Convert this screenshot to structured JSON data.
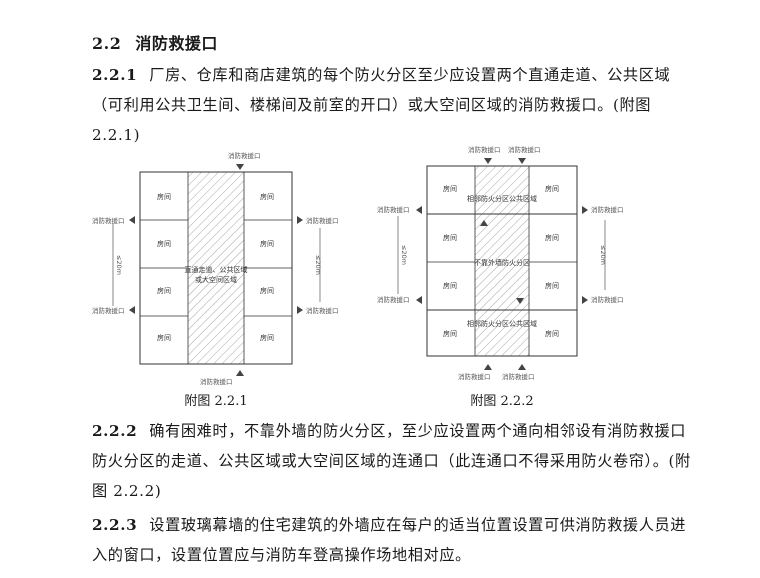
{
  "section": {
    "number": "2.2",
    "title": "消防救援口"
  },
  "paragraphs": [
    {
      "number": "2.2.1",
      "text": "厂房、仓库和商店建筑的每个防火分区至少应设置两个直通走道、公共区域（可利用公共卫生间、楼梯间及前室的开口）或大空间区域的消防救援口。(附图 2.2.1)"
    },
    {
      "number": "2.2.2",
      "text": "确有困难时，不靠外墙的防火分区，至少应设置两个通向相邻设有消防救援口防火分区的走道、公共区域或大空间区域的连通口（此连通口不得采用防火卷帘）。(附图 2.2.2)"
    },
    {
      "number": "2.2.3",
      "text": "设置玻璃幕墙的住宅建筑的外墙应在每户的适当位置设置可供消防救援人员进入的窗口，设置位置应与消防车登高操作场地相对应。"
    }
  ],
  "figure1": {
    "caption": "附图 2.2.1",
    "room": "房间",
    "rescue": "消防救援口",
    "center_line1": "直通走道、公共区域",
    "center_line2": "或大空间区域",
    "dim": "≤20m"
  },
  "figure2": {
    "caption": "附图 2.2.2",
    "room": "房间",
    "rescue": "消防救援口",
    "top_zone": "相邻防火分区公共区域",
    "mid_zone": "不靠外墙防火分区",
    "bottom_zone": "相邻防火分区公共区域",
    "dim": "≤20m"
  }
}
